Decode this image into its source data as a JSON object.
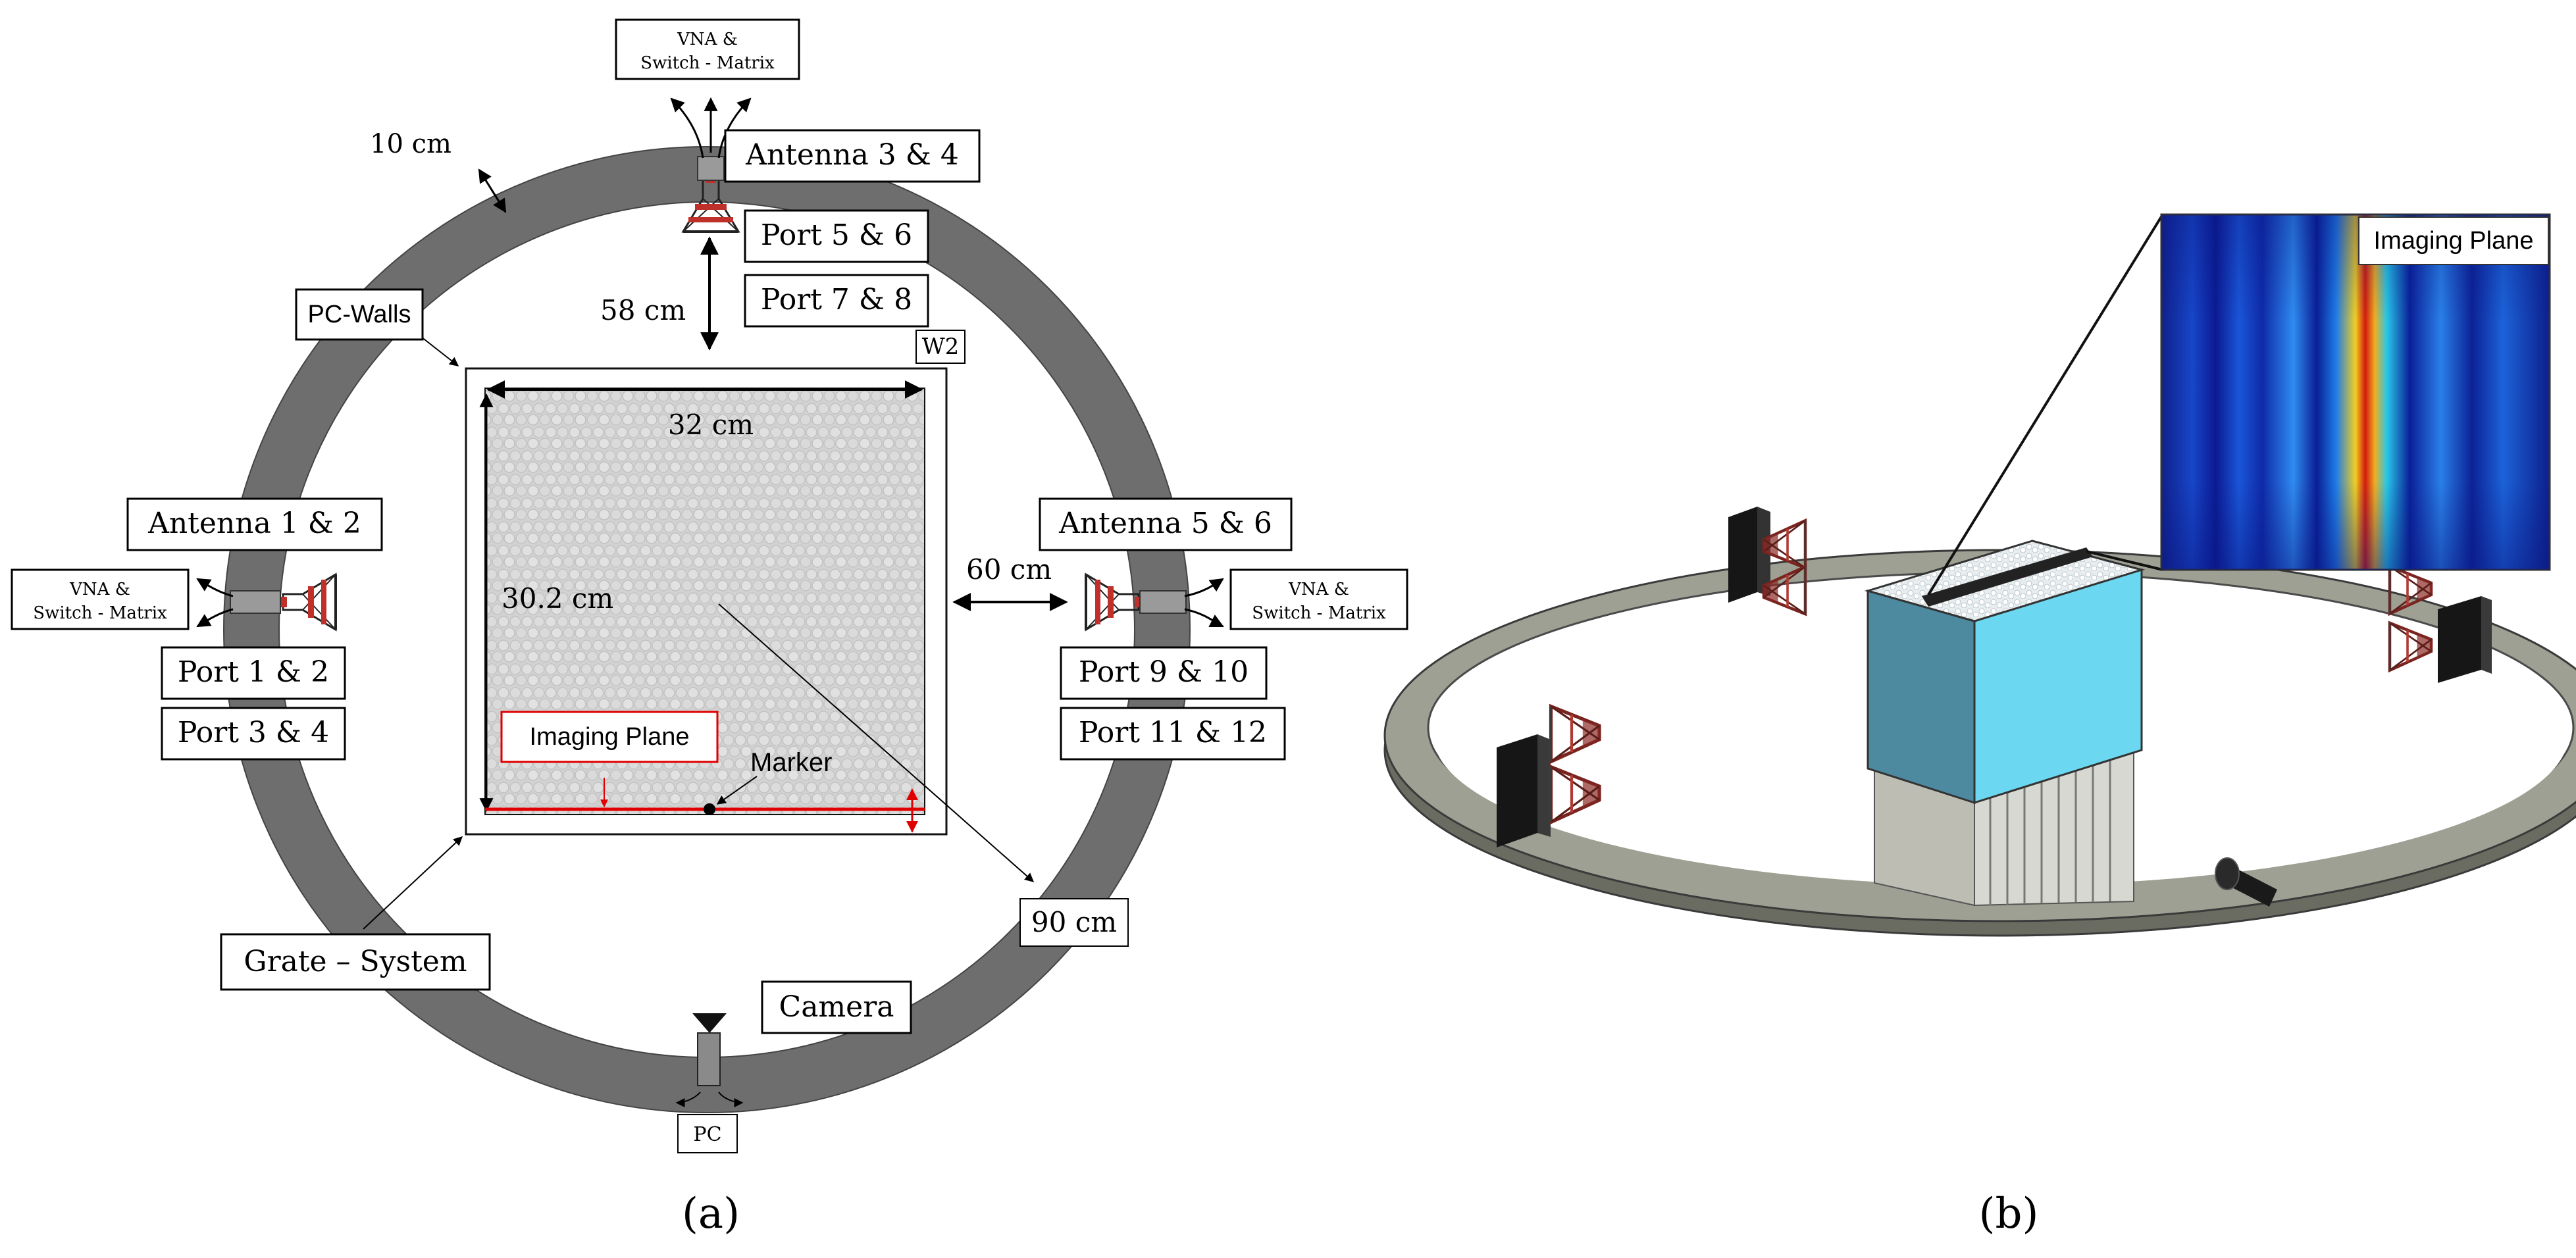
{
  "panel_a": {
    "caption": "(a)",
    "labels": {
      "vna_top": [
        "VNA &",
        "Switch - Matrix"
      ],
      "vna_left": [
        "VNA &",
        "Switch - Matrix"
      ],
      "vna_right": [
        "VNA &",
        "Switch - Matrix"
      ],
      "ring_width": "10 cm",
      "antenna_34": "Antenna 3 & 4",
      "port_56": "Port 5 & 6",
      "port_78": "Port 7 & 8",
      "dist_58": "58 cm",
      "pc_walls": "PC-Walls",
      "w2": "W2",
      "width_32": "32 cm",
      "depth_302": "30.2 cm",
      "antenna_12": "Antenna 1 & 2",
      "port_12": "Port 1 & 2",
      "port_34": "Port 3 & 4",
      "antenna_56": "Antenna 5 & 6",
      "dist_60": "60 cm",
      "port_910": "Port 9 & 10",
      "port_1112": "Port 11 & 12",
      "imaging_plane": "Imaging Plane",
      "marker": "Marker",
      "diameter_90": "90 cm",
      "grate_system": "Grate – System",
      "camera": "Camera",
      "pc": "PC"
    }
  },
  "panel_b": {
    "caption": "(b)",
    "inset_label": "Imaging Plane"
  },
  "colors": {
    "ring": "#6e6e6e",
    "box_fill": "#d4d4d4",
    "imaging_line": "#e00000",
    "container": "#6cd7f0",
    "antenna_red": "#c0302a"
  }
}
